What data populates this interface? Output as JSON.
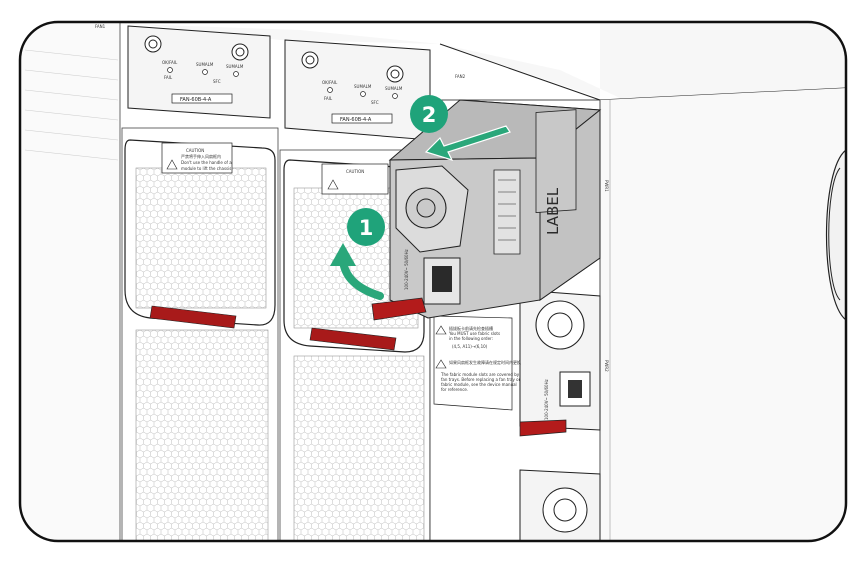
{
  "labels": {
    "fan_slot_left": "FAN1",
    "fan_slot_right": "FAN2",
    "pwr_slot_1": "PWR1",
    "pwr_slot_2": "PWR2",
    "fan_model_left": "FAN-60B-4-A",
    "fan_model_right": "FAN-60B-4-A",
    "led_okfail": "OK/FAIL",
    "led_fail": "FAIL",
    "led_sumalm": "SUMALM",
    "led_sumalm2": "SUMALM",
    "led_sfc": "SFC",
    "caution_title": "CAUTION",
    "caution_cn": "严禁将手伸入风扇框内",
    "caution_en_1": "Don't use the handle of a",
    "caution_en_2": "module to lift the chassis",
    "psu_label": "LABEL",
    "psu_rating": "100-240V~ 50/60Hz",
    "warn1_cn": "插拔板卡前请先检查插槽",
    "warn1_en_1": "You MUST use fabric slots",
    "warn1_en_2": "in the following order:",
    "warn1_seq": "(4,5, A11)→(6,10)",
    "warn2_cn": "如果风扇框发生故障请在规定时间内更换",
    "warn2_en_1": "The fabric module slots are covered by",
    "warn2_en_2": "fan trays. Before replacing a fan tray or",
    "warn2_en_3": "fabric module, see the device manual",
    "warn2_en_4": "for reference."
  },
  "steps": [
    "1",
    "2"
  ],
  "colors": {
    "step_circle": "#1fa37a",
    "arrow": "#2aa77a",
    "latch": "#b31b1b",
    "handle_bar": "#a81a1a",
    "psu_body": "#c9c9c9",
    "chassis_line": "#222222"
  },
  "icons": {
    "rotate_arrow": "curved-arrow-icon",
    "pull_arrow": "straight-arrow-icon",
    "caution": "warning-triangle-icon"
  }
}
